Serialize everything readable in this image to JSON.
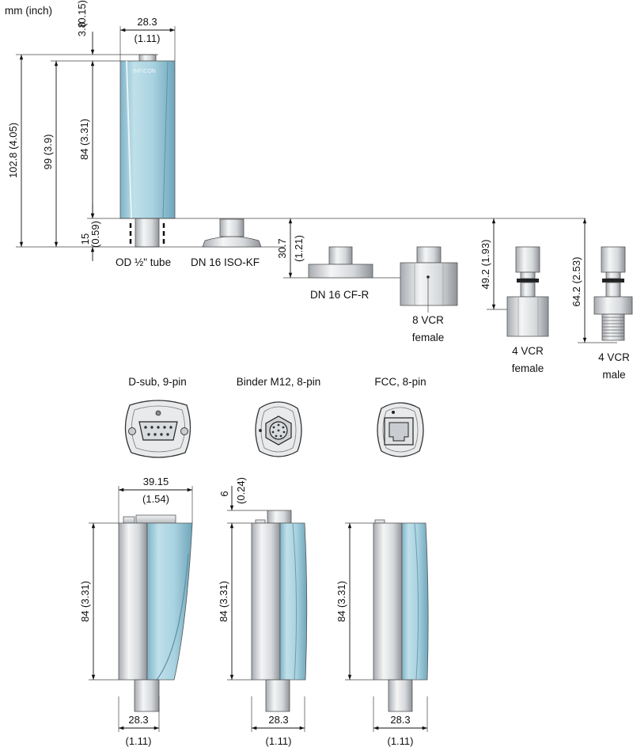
{
  "units_note": "mm (inch)",
  "top_view": {
    "dim_width": "28.3",
    "dim_width_in": "(1.11)",
    "dim_cap": "3.8",
    "dim_cap_in": "(0.15)",
    "dim_total": "102.8 (4.05)",
    "dim_99": "99 (3.9)",
    "dim_body": "84 (3.31)",
    "dim_tube": "15",
    "dim_tube_in": "(0.59)",
    "brand": "INFICON"
  },
  "flanges": [
    {
      "label": "OD ½\" tube"
    },
    {
      "label": "DN 16 ISO-KF"
    },
    {
      "label": "DN 16 CF-R",
      "dim": "30.7",
      "dim_in": "(1.21)"
    },
    {
      "label_line1": "8 VCR",
      "label_line2": "female"
    },
    {
      "label_line1": "4 VCR",
      "label_line2": "female",
      "dim": "49.2 (1.93)"
    },
    {
      "label_line1": "4 VCR",
      "label_line2": "male",
      "dim": "64.2 (2.53)"
    }
  ],
  "connectors": [
    {
      "label": "D-sub, 9-pin"
    },
    {
      "label": "Binder M12, 8-pin"
    },
    {
      "label": "FCC, 8-pin"
    }
  ],
  "side_views": {
    "dsub_width": "39.15",
    "dsub_width_in": "(1.54)",
    "m12_height": "6",
    "m12_height_in": "(0.24)",
    "height": "84 (3.31)",
    "bottom_width": "28.3",
    "bottom_width_in": "(1.11)"
  },
  "colors": {
    "glass_blue": "#a9d2e0",
    "metal_gray": "#d6d9dc",
    "line": "#111111"
  }
}
